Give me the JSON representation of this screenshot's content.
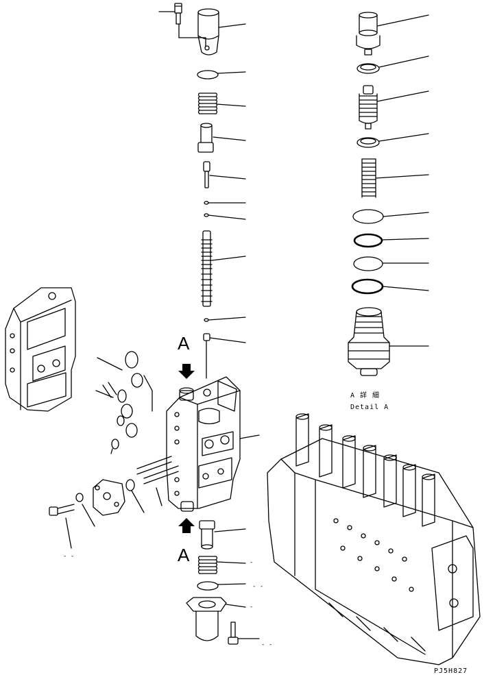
{
  "view_labels": {
    "upper": "A",
    "lower": "A"
  },
  "detail": {
    "jp": "A 詳 細",
    "en": "Detail A"
  },
  "drawing_code": "PJ5H827",
  "dash_marks": {
    "lower_left": "- -",
    "m1": "-",
    "m2": "- -",
    "m3": "-",
    "m4": "- -"
  }
}
